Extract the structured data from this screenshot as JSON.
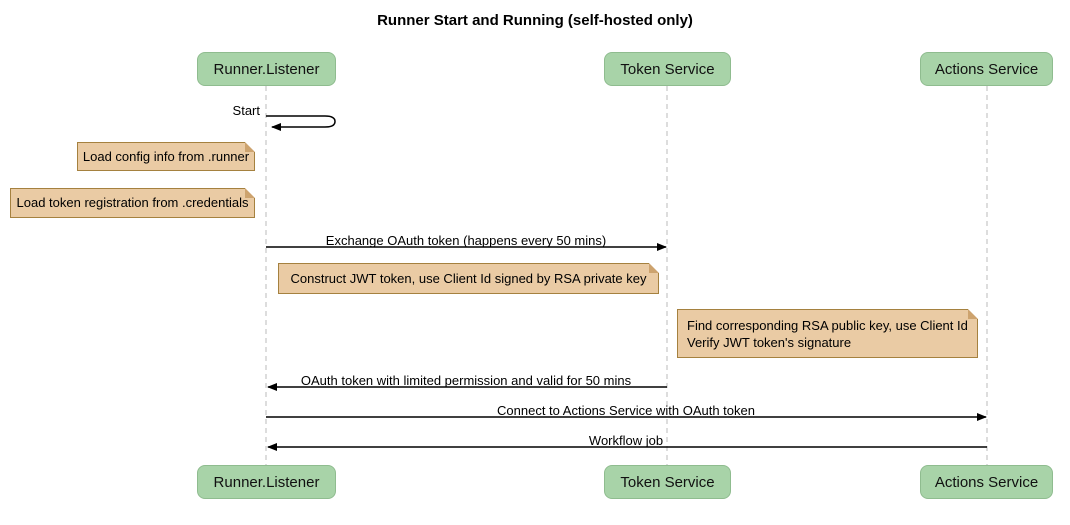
{
  "diagram": {
    "title": "Runner Start and Running (self-hosted only)",
    "participants": [
      {
        "label": "Runner.Listener"
      },
      {
        "label": "Token Service"
      },
      {
        "label": "Actions Service"
      }
    ],
    "messages": [
      {
        "label": "Start",
        "kind": "self",
        "from": "Runner.Listener",
        "to": "Runner.Listener"
      },
      {
        "label": "Exchange OAuth token (happens every 50 mins)",
        "from": "Runner.Listener",
        "to": "Token Service"
      },
      {
        "label": "OAuth token with limited permission and valid for 50 mins",
        "from": "Token Service",
        "to": "Runner.Listener"
      },
      {
        "label": "Connect to Actions Service with OAuth token",
        "from": "Runner.Listener",
        "to": "Actions Service"
      },
      {
        "label": "Workflow job",
        "from": "Actions Service",
        "to": "Runner.Listener"
      }
    ],
    "notes": [
      {
        "text": "Load config info from .runner",
        "position": "left of Runner.Listener"
      },
      {
        "text": "Load token registration from .credentials",
        "position": "left of Runner.Listener"
      },
      {
        "text": "Construct JWT token, use Client Id signed by RSA private key",
        "position": "over Runner.Listener,Token Service"
      },
      {
        "line1": "Find corresponding RSA public key, use Client Id",
        "line2": "Verify JWT token's signature",
        "position": "over Token Service,Actions Service"
      }
    ],
    "colors": {
      "participant_fill": "#a8d3a8",
      "participant_border": "#8fbc8f",
      "note_fill": "#eacba4",
      "note_border": "#a5813f",
      "lifeline": "#bbbbbb",
      "arrow": "#000000"
    }
  }
}
